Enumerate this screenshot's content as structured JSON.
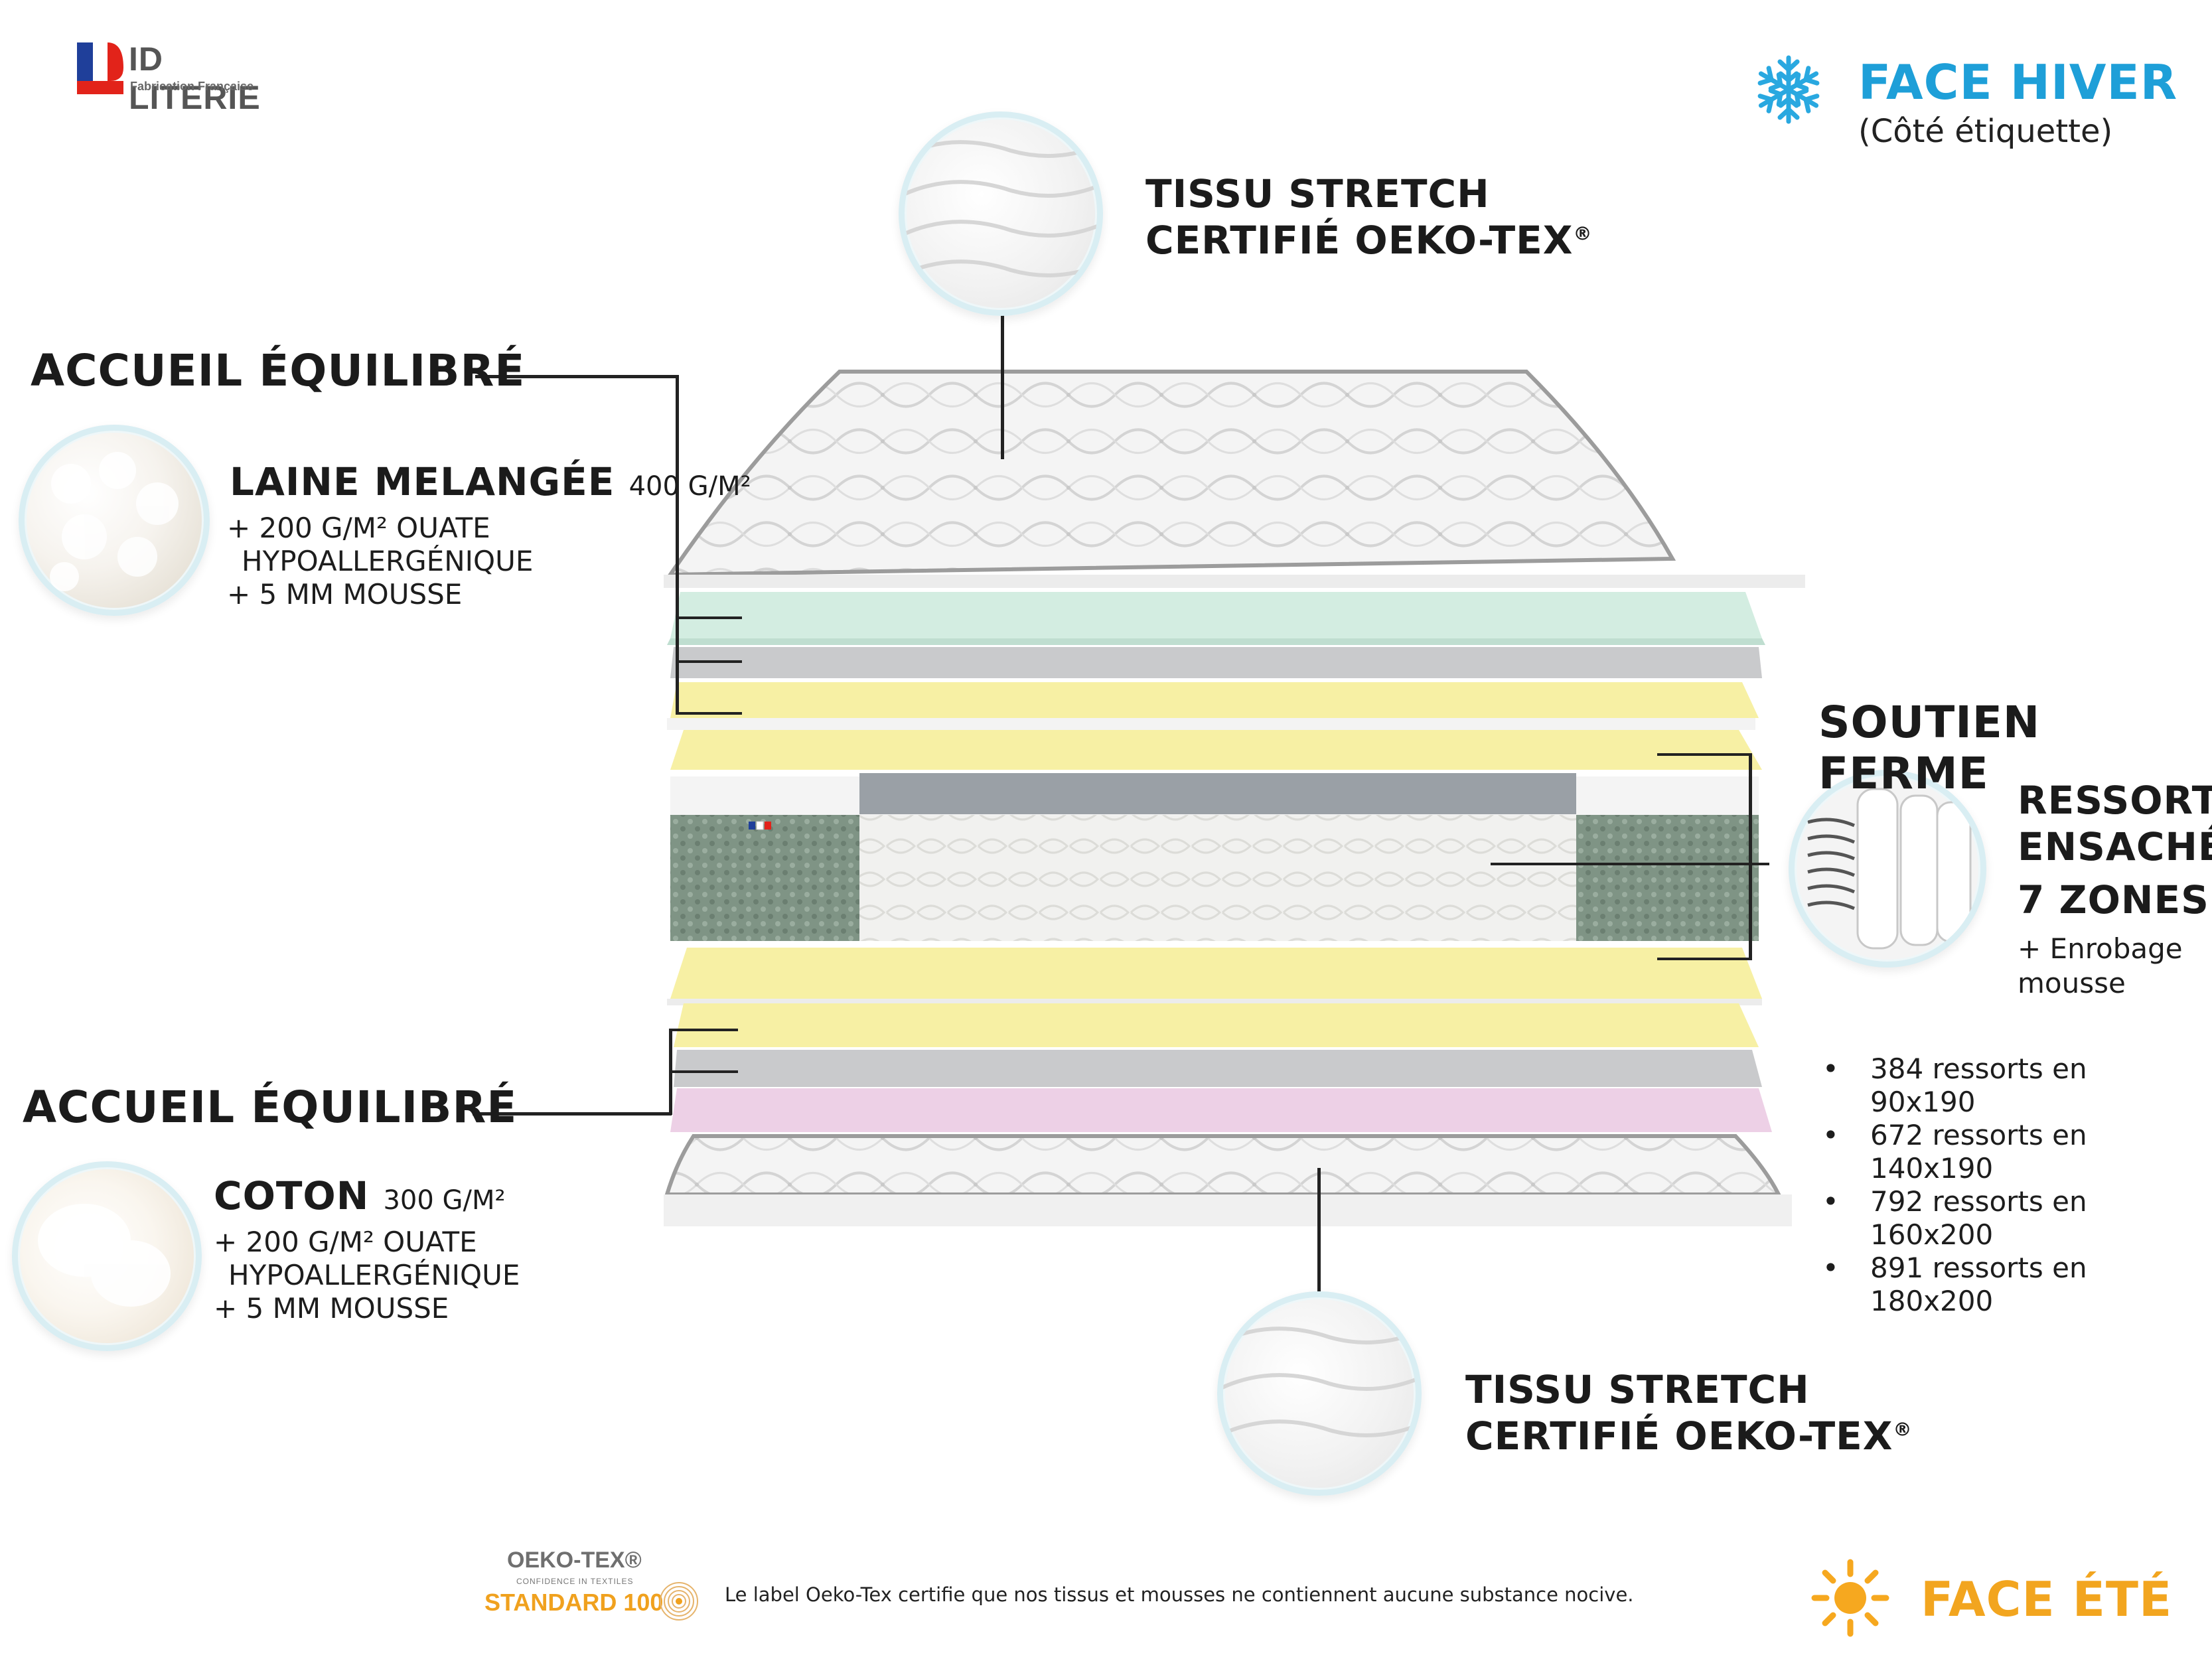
{
  "brand": {
    "name": "ID LITERIE",
    "tagline": "Fabrication Française"
  },
  "face_hiver": {
    "title": "FACE HIVER",
    "subtitle": "(Côté étiquette)",
    "icon": "snowflake-icon",
    "color": "#1e9fd8"
  },
  "face_ete": {
    "title": "FACE ÉTÉ",
    "icon": "sun-icon",
    "color": "#f2a51f"
  },
  "top_fabric": {
    "line1": "TISSU STRETCH",
    "line2": "CERTIFIÉ OEKO-TEX",
    "reg": "®"
  },
  "bottom_fabric": {
    "line1": "TISSU STRETCH",
    "line2": "CERTIFIÉ OEKO-TEX",
    "reg": "®"
  },
  "comfort_top": {
    "heading": "ACCUEIL ÉQUILIBRÉ",
    "material": "LAINE MELANGÉE",
    "weight": "400 G/M²",
    "lines": [
      "+ 200 G/M² OUATE",
      "HYPOALLERGÉNIQUE",
      "+ 5 MM MOUSSE"
    ]
  },
  "comfort_bottom": {
    "heading": "ACCUEIL ÉQUILIBRÉ",
    "material": "COTON",
    "weight": "300 G/M²",
    "lines": [
      "+ 200 G/M² OUATE",
      "HYPOALLERGÉNIQUE",
      "+ 5 MM MOUSSE"
    ]
  },
  "support": {
    "heading": "SOUTIEN FERME",
    "lines": [
      "RESSORTS",
      "ENSACHÉS",
      "7 ZONES"
    ],
    "extra": [
      "+ Enrobage",
      "mousse"
    ],
    "springs": [
      "384 ressorts en 90x190",
      "672 ressorts en 140x190",
      "792 ressorts en 160x200",
      "891 ressorts en 180x200"
    ]
  },
  "oeko": {
    "brand": "OEKO-TEX®",
    "confidence": "CONFIDENCE IN TEXTILES",
    "standard": "STANDARD 100",
    "note": "Le label Oeko-Tex certifie que nos tissus et mousses ne contiennent aucune substance nocive."
  },
  "colors": {
    "ouate_green": "#d3ede1",
    "foam_grey": "#c9cacc",
    "foam_yellow": "#f7f0a4",
    "spring_green": "#7f9485",
    "pink_layer": "#edd0e6"
  }
}
